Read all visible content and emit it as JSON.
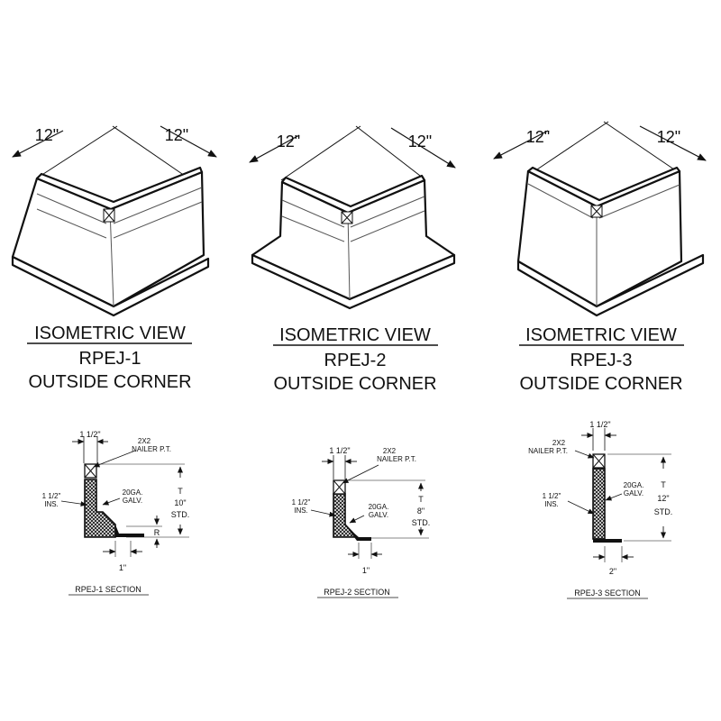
{
  "views": [
    {
      "dim_left": "12\"",
      "dim_right": "12\"",
      "heading": "ISOMETRIC VIEW",
      "model": "RPEJ-1",
      "subtitle": "OUTSIDE CORNER",
      "section": {
        "top_dim": "1 1/2\"",
        "nailer": [
          "2X2",
          "NAILER P.T."
        ],
        "insulation": [
          "1 1/2\"",
          "INS."
        ],
        "gauge": [
          "20GA.",
          "GALV."
        ],
        "height": [
          "T",
          "10\"",
          "STD."
        ],
        "reveal": "R",
        "bottom_dim": "1\"",
        "caption": "RPEJ-1 SECTION"
      }
    },
    {
      "dim_left": "12\"",
      "dim_right": "12\"",
      "heading": "ISOMETRIC VIEW",
      "model": "RPEJ-2",
      "subtitle": "OUTSIDE CORNER",
      "section": {
        "top_dim": "1 1/2\"",
        "nailer": [
          "2X2",
          "NAILER P.T."
        ],
        "insulation": [
          "1 1/2\"",
          "INS."
        ],
        "gauge": [
          "20GA.",
          "GALV."
        ],
        "height": [
          "T",
          "8\"",
          "STD."
        ],
        "bottom_dim": "1\"",
        "caption": "RPEJ-2 SECTION"
      }
    },
    {
      "dim_left": "12\"",
      "dim_right": "12\"",
      "heading": "ISOMETRIC VIEW",
      "model": "RPEJ-3",
      "subtitle": "OUTSIDE CORNER",
      "section": {
        "top_dim": "1 1/2\"",
        "nailer": [
          "2X2",
          "NAILER P.T."
        ],
        "insulation": [
          "1 1/2\"",
          "INS."
        ],
        "gauge": [
          "20GA.",
          "GALV."
        ],
        "height": [
          "T",
          "12\"",
          "STD."
        ],
        "bottom_dim": "2\"",
        "caption": "RPEJ-3 SECTION"
      }
    }
  ]
}
